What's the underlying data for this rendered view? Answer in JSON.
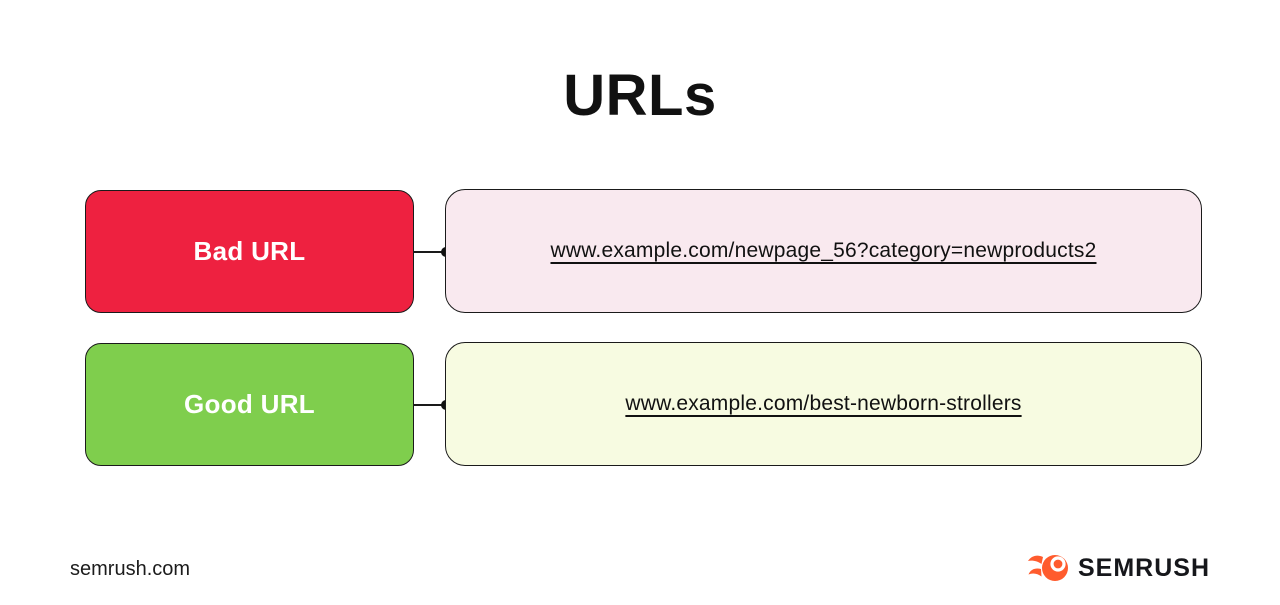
{
  "title": "URLs",
  "rows": [
    {
      "label": "Bad URL",
      "url": "www.example.com/newpage_56?category=newproducts2",
      "label_bg": "#EE2140",
      "url_bg": "#F9E9EF"
    },
    {
      "label": "Good URL",
      "url": "www.example.com/best-newborn-strollers",
      "label_bg": "#7FCE4D",
      "url_bg": "#F7FBE1"
    }
  ],
  "footer": {
    "site": "semrush.com",
    "brand": "SEMRUSH",
    "brand_color": "#FF5B2D"
  },
  "icons": {
    "semrush_flame": "comet-fireball-icon"
  },
  "colors": {
    "outline": "#1a1a1a",
    "text": "#111111",
    "background": "#ffffff"
  }
}
